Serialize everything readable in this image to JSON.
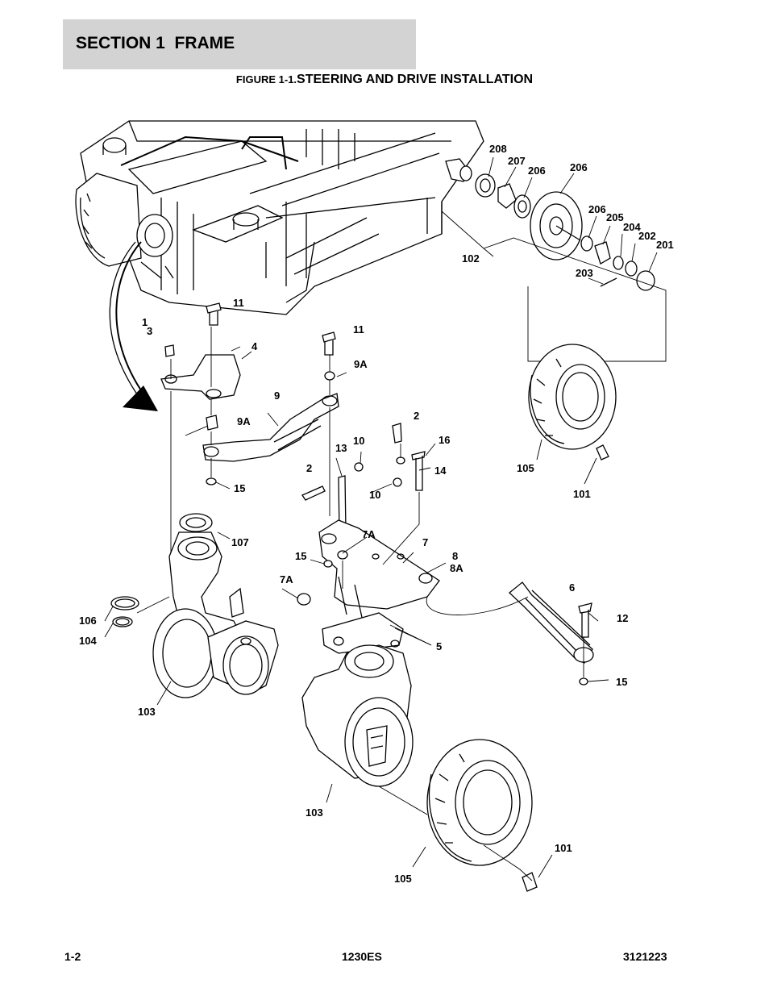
{
  "header": {
    "section_title": "SECTION 1  FRAME",
    "figure_prefix": "FIGURE 1-1.",
    "figure_name": "STEERING AND DRIVE INSTALLATION"
  },
  "callouts": [
    {
      "id": "c208",
      "text": "208"
    },
    {
      "id": "c207",
      "text": "207"
    },
    {
      "id": "c206a",
      "text": "206"
    },
    {
      "id": "c206b",
      "text": "206"
    },
    {
      "id": "c206c",
      "text": "206"
    },
    {
      "id": "c205",
      "text": "205"
    },
    {
      "id": "c204",
      "text": "204"
    },
    {
      "id": "c202",
      "text": "202"
    },
    {
      "id": "c201",
      "text": "201"
    },
    {
      "id": "c102",
      "text": "102"
    },
    {
      "id": "c203",
      "text": "203"
    },
    {
      "id": "c11a",
      "text": "11"
    },
    {
      "id": "c1",
      "text": "1"
    },
    {
      "id": "c3",
      "text": "3"
    },
    {
      "id": "c4",
      "text": "4"
    },
    {
      "id": "c11b",
      "text": "11"
    },
    {
      "id": "c9Aa",
      "text": "9A"
    },
    {
      "id": "c9",
      "text": "9"
    },
    {
      "id": "c9Ab",
      "text": "9A"
    },
    {
      "id": "c2a",
      "text": "2"
    },
    {
      "id": "c16",
      "text": "16"
    },
    {
      "id": "c13",
      "text": "13"
    },
    {
      "id": "c10a",
      "text": "10"
    },
    {
      "id": "c14",
      "text": "14"
    },
    {
      "id": "c2b",
      "text": "2"
    },
    {
      "id": "c10b",
      "text": "10"
    },
    {
      "id": "c15a",
      "text": "15"
    },
    {
      "id": "c105a",
      "text": "105"
    },
    {
      "id": "c101a",
      "text": "101"
    },
    {
      "id": "c107",
      "text": "107"
    },
    {
      "id": "c7A",
      "text": "7A"
    },
    {
      "id": "c7",
      "text": "7"
    },
    {
      "id": "c15b",
      "text": "15"
    },
    {
      "id": "c8",
      "text": "8"
    },
    {
      "id": "c8A",
      "text": "8A"
    },
    {
      "id": "c7Ab",
      "text": "7A"
    },
    {
      "id": "c6",
      "text": "6"
    },
    {
      "id": "c106",
      "text": "106"
    },
    {
      "id": "c12",
      "text": "12"
    },
    {
      "id": "c104",
      "text": "104"
    },
    {
      "id": "c5",
      "text": "5"
    },
    {
      "id": "c15c",
      "text": "15"
    },
    {
      "id": "c103a",
      "text": "103"
    },
    {
      "id": "c103b",
      "text": "103"
    },
    {
      "id": "c101b",
      "text": "101"
    },
    {
      "id": "c105b",
      "text": "105"
    }
  ],
  "footer": {
    "page_number": "1-2",
    "model": "1230ES",
    "document_number": "3121223"
  }
}
